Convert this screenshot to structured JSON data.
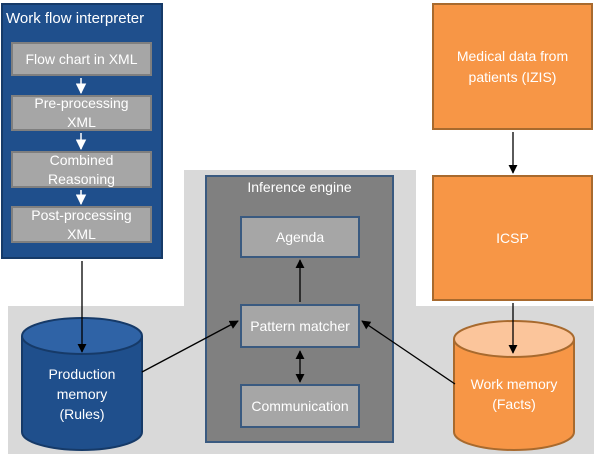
{
  "workflow": {
    "title": "Work flow interpreter",
    "steps": [
      "Flow chart in XML",
      "Pre-processing\nXML",
      "Combined\nReasoning",
      "Post-processing\nXML"
    ]
  },
  "inference": {
    "title": "Inference engine",
    "agenda": "Agenda",
    "matcher": "Pattern matcher",
    "communication": "Communication"
  },
  "medical": "Medical data from\npatients (IZIS)",
  "icsp": "ICSP",
  "production_memory": "Production\nmemory\n(Rules)",
  "work_memory": "Work memory\n(Facts)",
  "colors": {
    "blue": "#1f4f8c",
    "orange": "#f79646",
    "gray": "#808080",
    "light_gray": "#d9d9d9"
  }
}
